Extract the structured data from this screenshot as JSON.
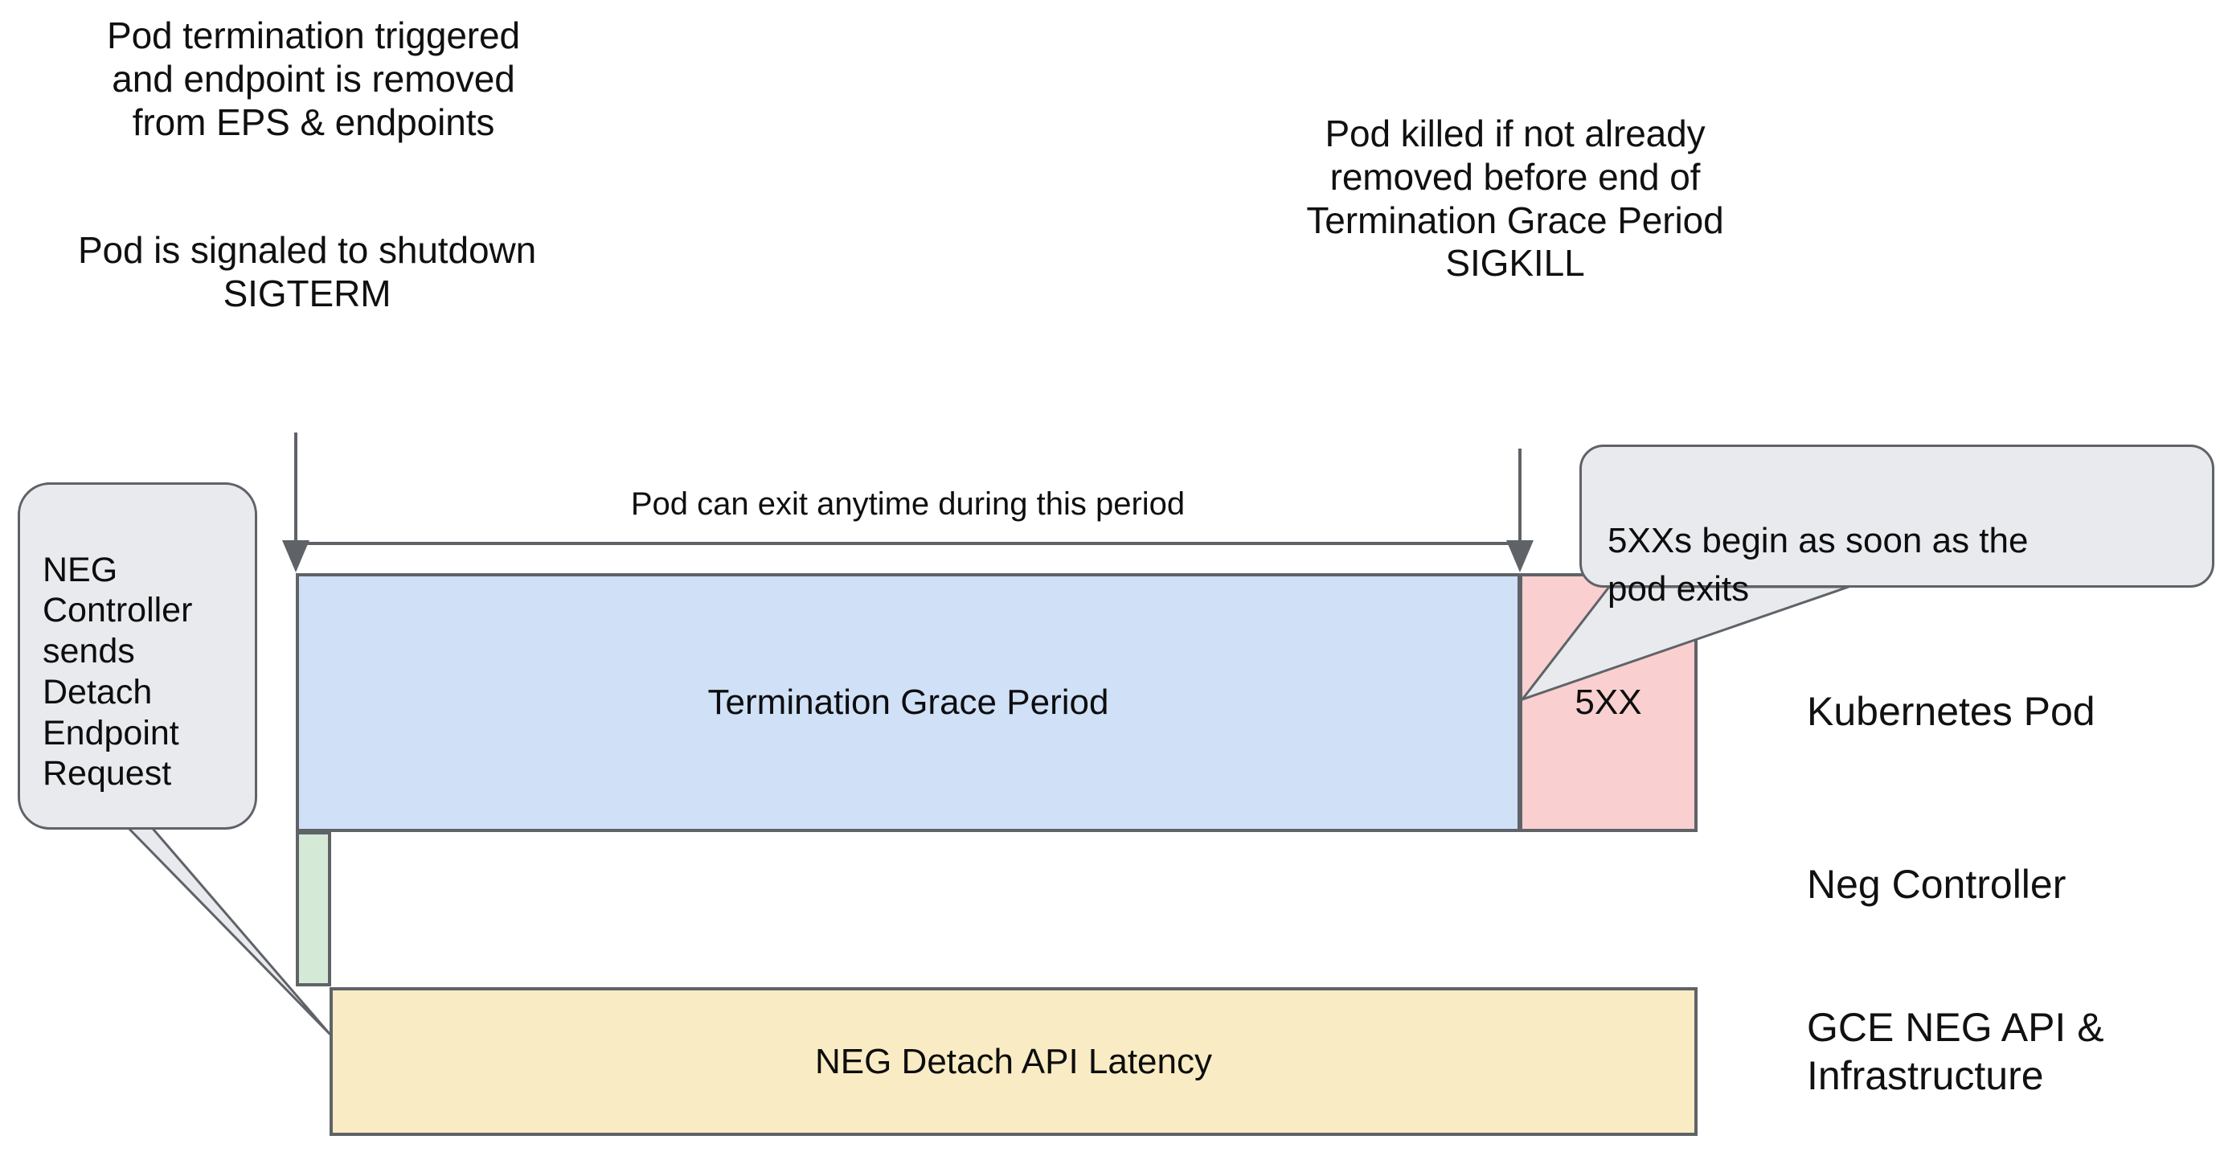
{
  "diagram": {
    "title": "Kubernetes Pod termination and NEG detach timeline",
    "background_color": "#ffffff",
    "stroke_color": "#5f6368",
    "annotations": {
      "pod_termination_triggered": "Pod termination triggered\nand endpoint is removed\nfrom EPS & endpoints",
      "pod_signaled_shutdown": "Pod is signaled to shutdown\nSIGTERM",
      "pod_killed": "Pod killed if not already\nremoved before end of\nTermination Grace Period\nSIGKILL",
      "span_label": "Pod can exit anytime during this period"
    },
    "callouts": [
      {
        "id": "neg-controller-callout",
        "text": "NEG\nController\nsends\nDetach\nEndpoint\nRequest",
        "fill": "#e8eaed",
        "points_to": "neg-controller-green-bar"
      },
      {
        "id": "five-xx-callout",
        "text": "5XXs begin as soon as the\npod exits",
        "fill": "#e8eaed",
        "points_to": "five-xx-bar"
      }
    ],
    "bars": [
      {
        "id": "termination-grace-period",
        "label": "Termination Grace Period",
        "fill": "#cfe0f7",
        "lane": "Kubernetes Pod"
      },
      {
        "id": "five-xx",
        "label": "5XX",
        "fill": "#f9cfd0",
        "lane": "Kubernetes Pod"
      },
      {
        "id": "neg-controller-work",
        "label": "",
        "fill": "#d4ead6",
        "lane": "Neg Controller"
      },
      {
        "id": "neg-detach-api-latency",
        "label": "NEG Detach API Latency",
        "fill": "#f9ecc4",
        "lane": "GCE NEG API & Infrastructure"
      }
    ],
    "lanes": [
      {
        "id": "lane-kubernetes-pod",
        "label": "Kubernetes Pod"
      },
      {
        "id": "lane-neg-controller",
        "label": "Neg Controller"
      },
      {
        "id": "lane-gce-neg-api",
        "label": "GCE NEG API &\nInfrastructure"
      }
    ],
    "markers": [
      {
        "id": "sigterm-marker",
        "kind": "down-arrow",
        "at": "start of Termination Grace Period"
      },
      {
        "id": "sigkill-marker",
        "kind": "down-arrow",
        "at": "end of Termination Grace Period"
      }
    ]
  }
}
